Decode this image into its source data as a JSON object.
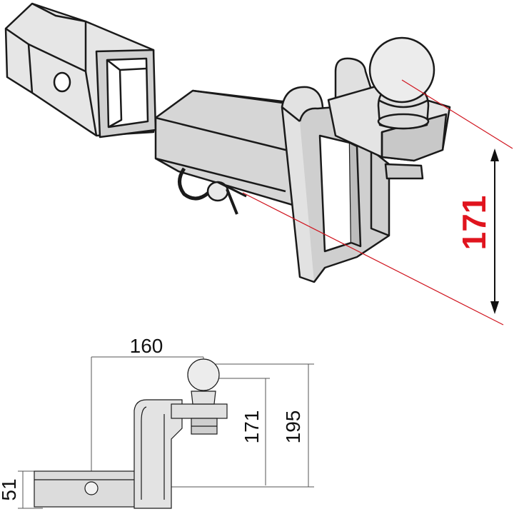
{
  "figure": {
    "colors": {
      "outline": "#1a1a1a",
      "metal_fill": "#d9d9d9",
      "metal_shade": "#bdbdbd",
      "metal_light": "#ececec",
      "accent_line": "#d0141e",
      "dim_line": "#555555"
    },
    "isometric_view": {
      "height_dimension": {
        "value": "171",
        "color": "#e0141e"
      }
    },
    "side_view": {
      "dimensions": {
        "horizontal_offset": "160",
        "ball_height": "171",
        "overall_height": "195",
        "receiver_height": "51"
      }
    }
  }
}
